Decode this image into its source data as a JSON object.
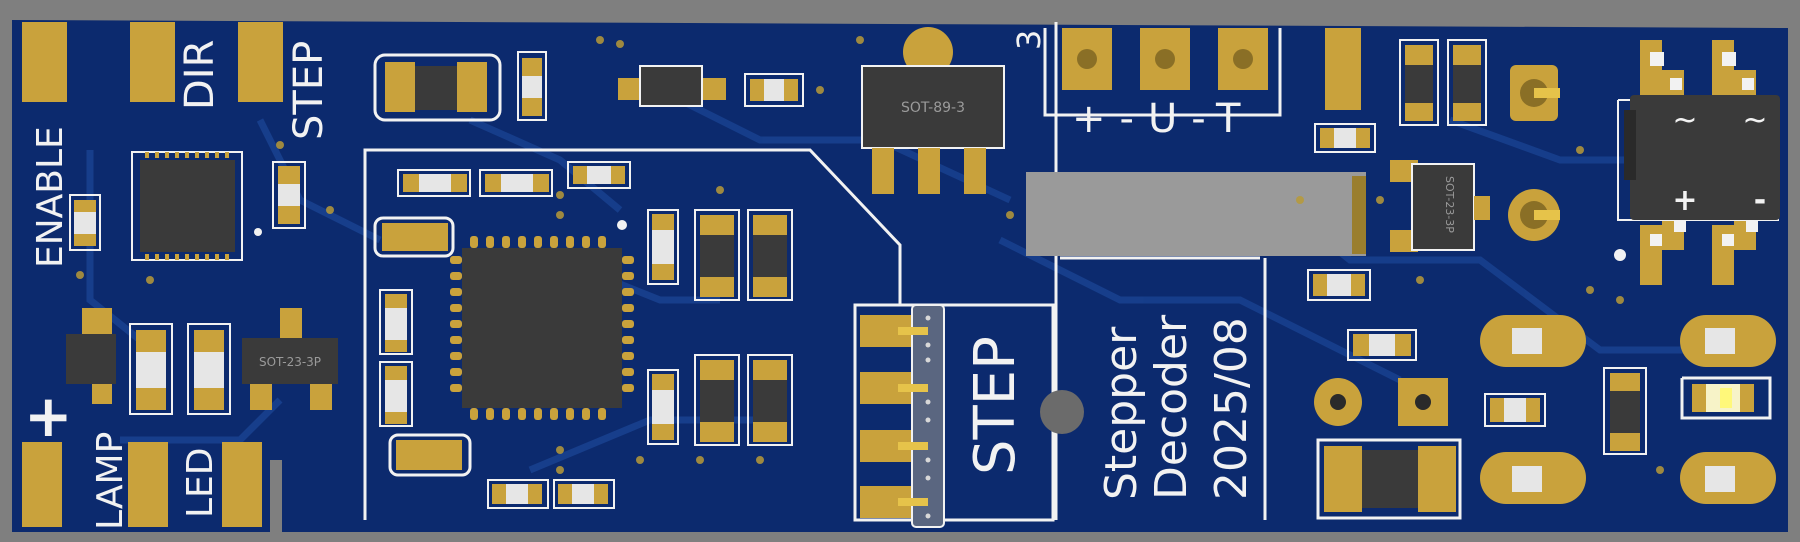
{
  "colors": {
    "background": "#7f7f7f",
    "board": "#0c2a6e",
    "copper_trace": "#153a82",
    "pad_gold": "#c9a23c",
    "silkscreen": "#f2f2f2",
    "ic_body": "#3a3a3a",
    "smd_white": "#e6e6e6",
    "via": "#b89a38"
  },
  "silkscreen": {
    "enable": "ENABLE",
    "dir": "DIR",
    "step_top": "STEP",
    "plus_left": "+",
    "lamp": "LAMP",
    "led": "LED",
    "step_box": "STEP",
    "power_header": "+-U-T",
    "number_3": "3",
    "stepper": "Stepper",
    "decoder": "Decoder",
    "date": "2025/08",
    "bridge_plus": "+",
    "bridge_minus": "-",
    "bridge_tilde_1": "~",
    "bridge_tilde_2": "~"
  },
  "chip_marks": {
    "sot89": "SOT-89-3",
    "sot23_left": "SOT-23-3P",
    "sot23_right": "SOT-23-3P"
  }
}
